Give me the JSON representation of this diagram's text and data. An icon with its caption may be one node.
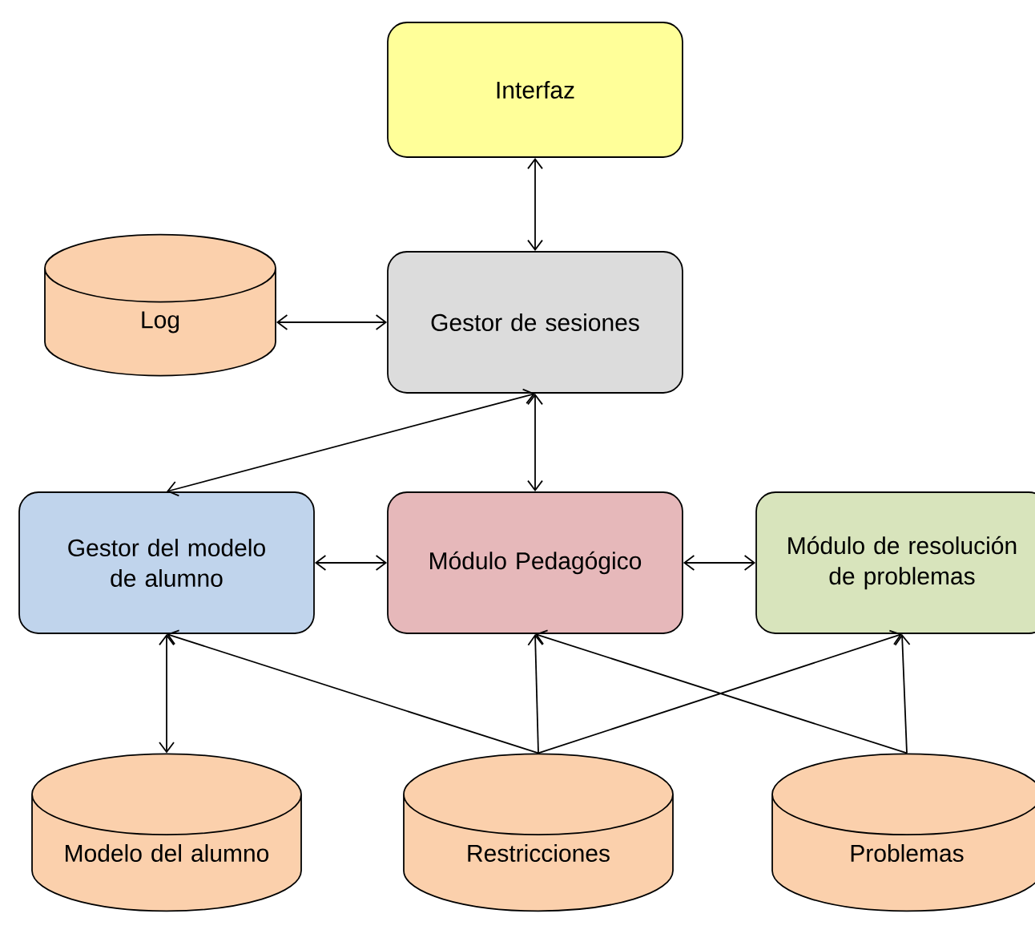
{
  "diagram": {
    "nodes": [
      {
        "text": [
          "Interfaz"
        ]
      },
      {
        "text": [
          "Log"
        ]
      },
      {
        "text": [
          "Gestor de sesiones"
        ]
      },
      {
        "text": [
          "Gestor del modelo de alumno"
        ]
      },
      {
        "text": [
          "Módulo Pedagógico"
        ]
      },
      {
        "text": [
          "Módulo de resolución de problemas"
        ]
      },
      {
        "text": [
          "Modelo del alumno"
        ]
      },
      {
        "text": [
          "Restricciones"
        ]
      },
      {
        "text": [
          "Problemas"
        ]
      }
    ],
    "edges": [
      {
        "from": 0,
        "to": 2,
        "arrow": "both"
      },
      {
        "from": 1,
        "to": 2,
        "arrow": "both"
      },
      {
        "from": 2,
        "to": 3,
        "arrow": "both"
      },
      {
        "from": 2,
        "to": 4,
        "arrow": "both"
      },
      {
        "from": 3,
        "to": 4,
        "arrow": "both"
      },
      {
        "from": 4,
        "to": 5,
        "arrow": "both"
      },
      {
        "from": 3,
        "to": 6,
        "arrow": "both"
      },
      {
        "from": 7,
        "to": 3,
        "arrow": "to"
      },
      {
        "from": 7,
        "to": 4,
        "arrow": "to"
      },
      {
        "from": 7,
        "to": 5,
        "arrow": "to"
      },
      {
        "from": 8,
        "to": 4,
        "arrow": "to"
      },
      {
        "from": 8,
        "to": 5,
        "arrow": "to"
      }
    ]
  }
}
